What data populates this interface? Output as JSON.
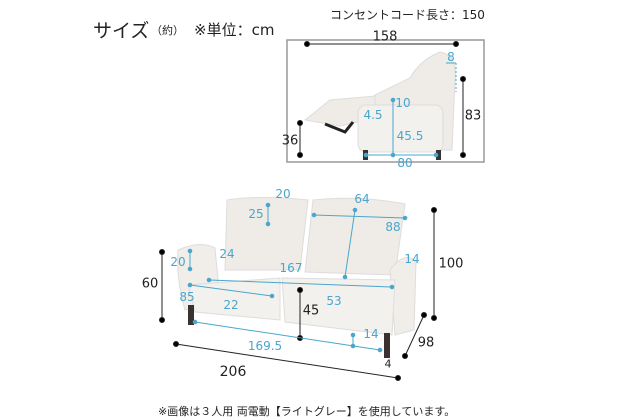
{
  "header": {
    "title": "サイズ",
    "approx": "（約）",
    "unit_note": "※単位：cm",
    "cord_length": "コンセントコード長さ：150"
  },
  "side_view": {
    "width": "158",
    "headrest": "8",
    "height": "83",
    "footrest_height": "36",
    "armrest_gap": "10",
    "outlet": "4.5",
    "seat_to_outlet": "45.5",
    "depth_legs": "80"
  },
  "front_view": {
    "headrest_w": "20",
    "headrest_h": "25",
    "back_height": "64",
    "back_width": "88",
    "total_height": "100",
    "arm_w": "20",
    "arm_h": "24",
    "inner_width": "167",
    "right_arm": "14",
    "arm_height": "60",
    "seat_depth": "85",
    "seat_h": "22",
    "seat_w": "53",
    "seat_height": "45",
    "leg_h": "14",
    "leg_span": "169.5",
    "depth": "98",
    "leg_offset": "4",
    "total_width": "206"
  },
  "footer": {
    "note": "※画像は３人用 両電動【ライトグレー】を使用しています。"
  },
  "colors": {
    "accent": "#4aa6cc",
    "sofa": "#eeebe6"
  }
}
